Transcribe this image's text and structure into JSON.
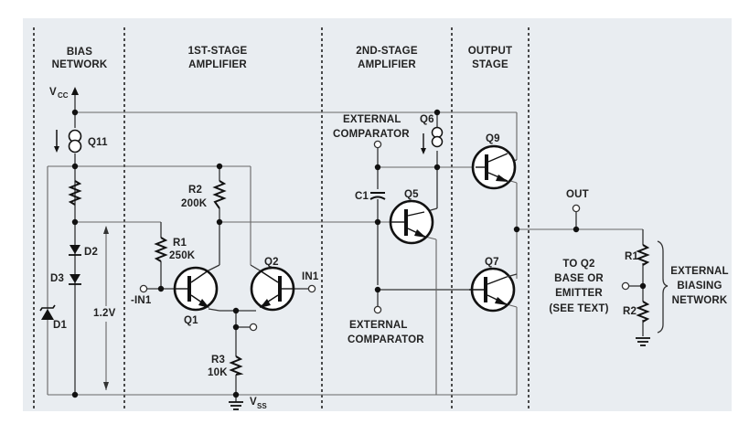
{
  "sections": [
    {
      "id": "bias",
      "lines": [
        "BIAS",
        "NETWORK"
      ]
    },
    {
      "id": "stage1",
      "lines": [
        "1ST-STAGE",
        "AMPLIFIER"
      ]
    },
    {
      "id": "stage2",
      "lines": [
        "2ND-STAGE",
        "AMPLIFIER"
      ]
    },
    {
      "id": "output",
      "lines": [
        "OUTPUT",
        "STAGE"
      ]
    }
  ],
  "supplies": {
    "vcc": "V",
    "vcc_sub": "CC",
    "vss": "V",
    "vss_sub": "SS"
  },
  "components": {
    "q11": "Q11",
    "d1": "D1",
    "d2": "D2",
    "d3": "D3",
    "voltage": "1.2V",
    "r1": "R1",
    "r1_value": "250K",
    "r2": "R2",
    "r2_value": "200K",
    "r3": "R3",
    "r3_value": "10K",
    "q1": "Q1",
    "q2": "Q2",
    "q5": "Q5",
    "q6": "Q6",
    "q7": "Q7",
    "q9": "Q9",
    "c1": "C1",
    "ext_r1": "R1",
    "ext_r2": "R2"
  },
  "terminals": {
    "in_minus": "-IN1",
    "in_plus": "IN1",
    "out": "OUT"
  },
  "annotations": {
    "ext_comp_top": [
      "EXTERNAL",
      "COMPARATOR"
    ],
    "ext_comp_bottom": [
      "EXTERNAL",
      "COMPARATOR"
    ],
    "to_q2": [
      "TO Q2",
      "BASE OR",
      "EMITTER",
      "(SEE TEXT)"
    ],
    "ext_bias": [
      "EXTERNAL",
      "BIASING",
      "NETWORK"
    ]
  }
}
